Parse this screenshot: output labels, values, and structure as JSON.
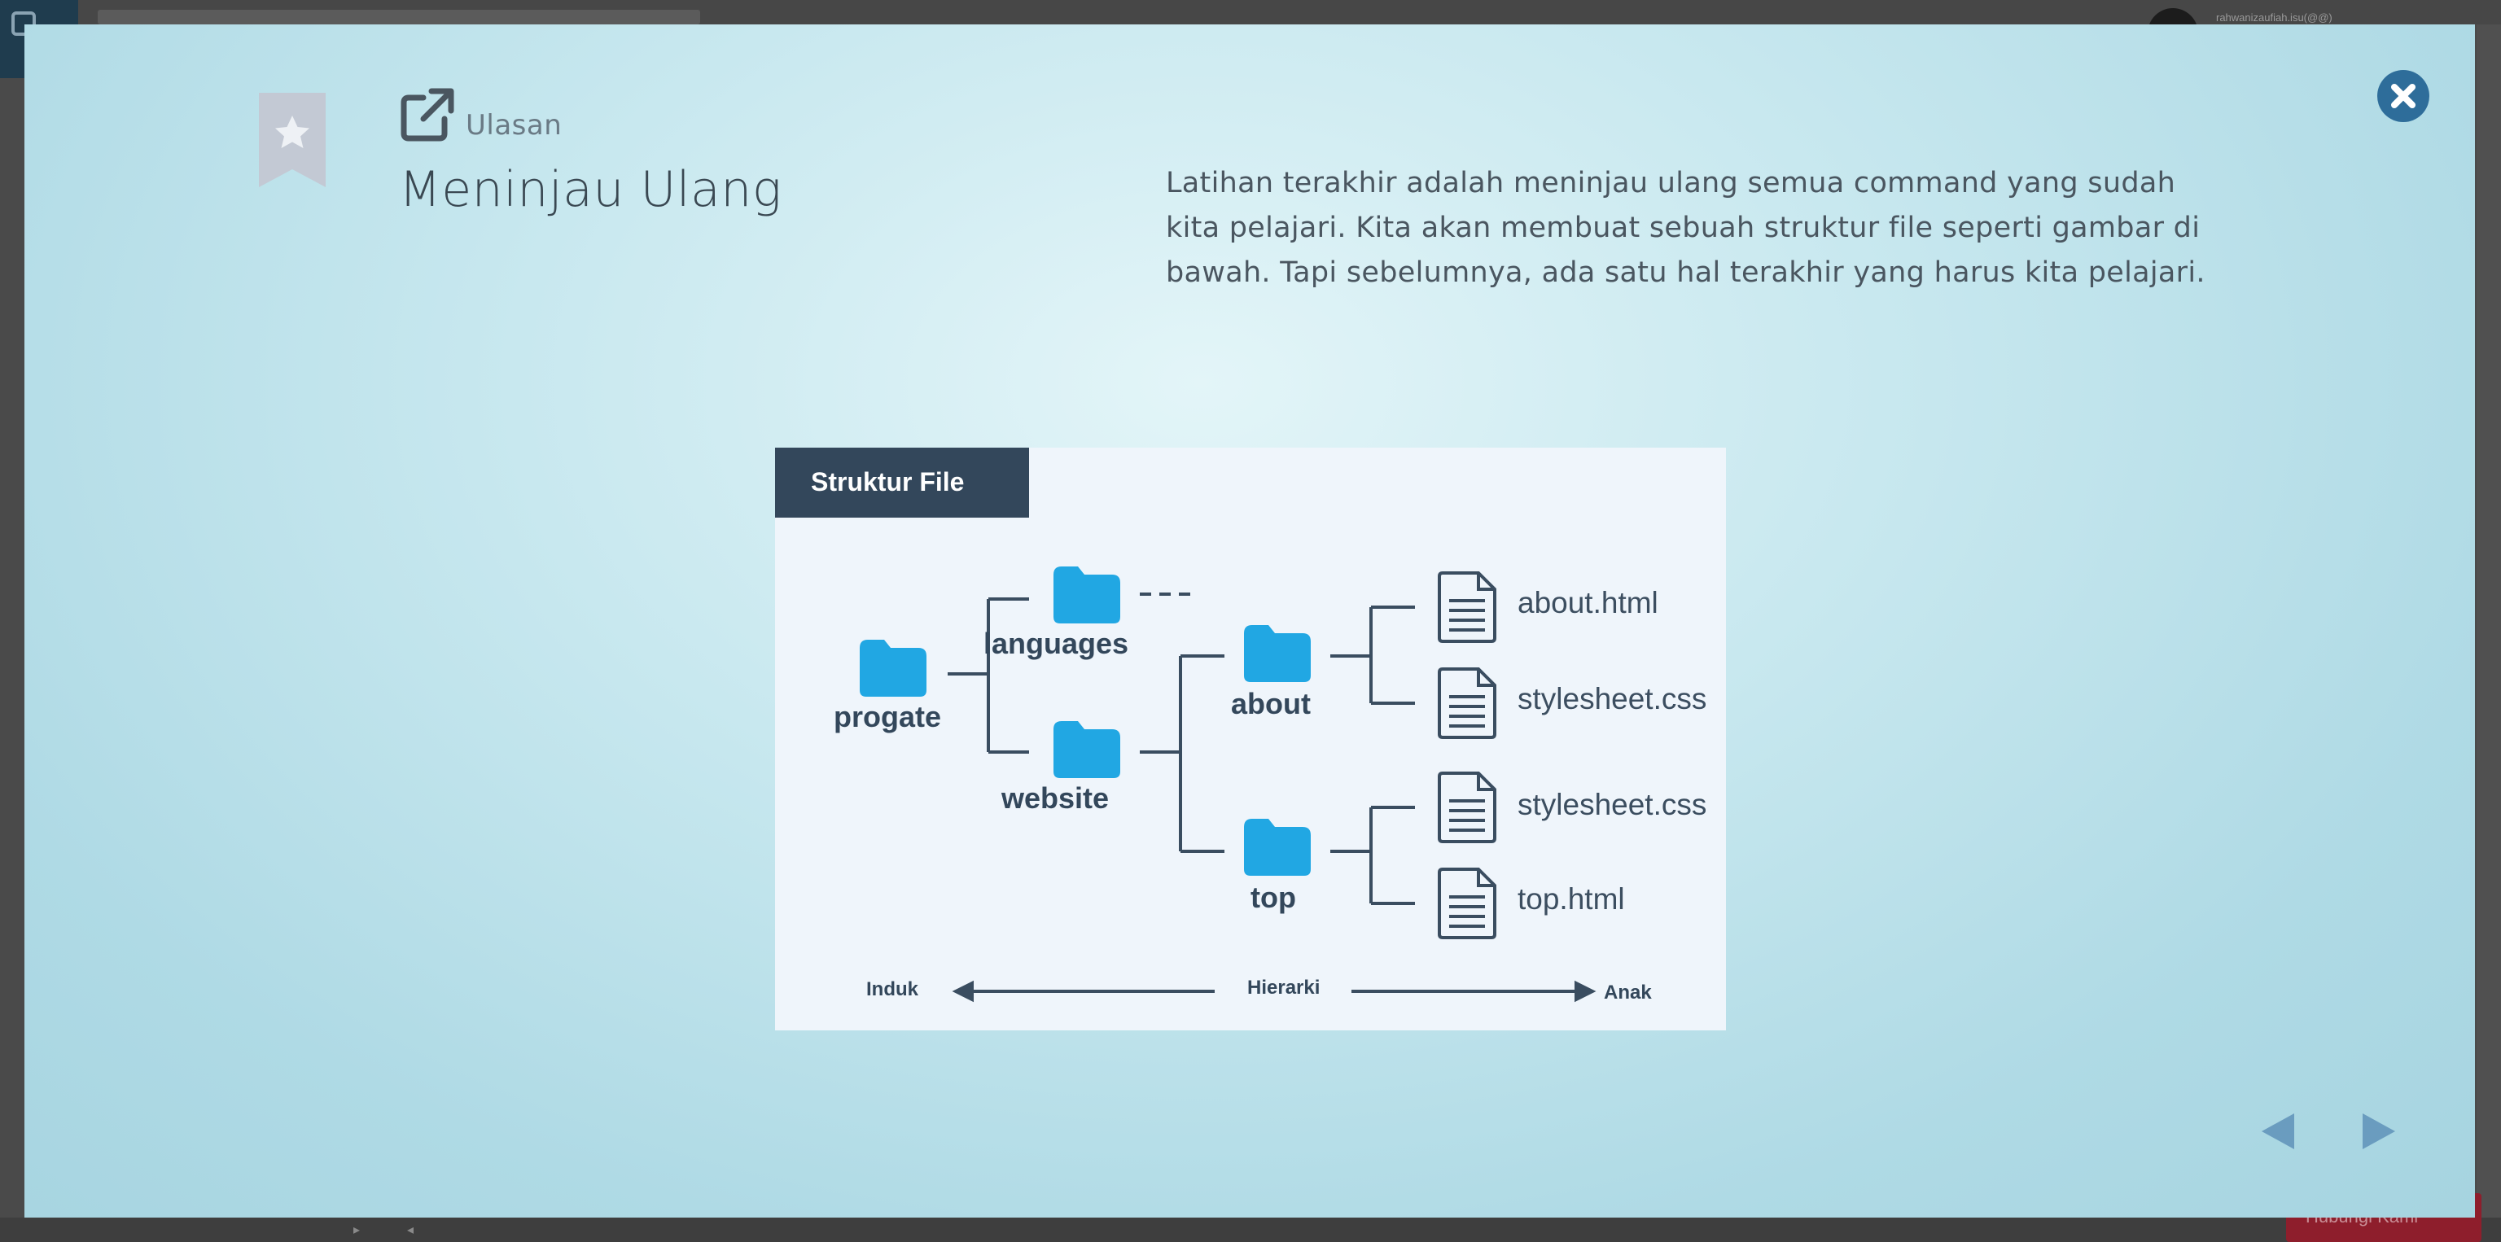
{
  "background": {
    "username": "rahwanizaufiah.isu(@@)",
    "red_button_label": "Hubungi Kami"
  },
  "lesson": {
    "section_label": "Ulasan",
    "title": "Meninjau Ulang",
    "description": "Latihan terakhir adalah meninjau ulang semua command yang sudah kita pelajari. Kita akan membuat sebuah struktur file seperti gambar di bawah. Tapi sebelumnya, ada satu hal terakhir yang harus kita pelajari.",
    "icons": {
      "bookmark": "bookmark-star-icon",
      "section": "external-link-icon",
      "close": "close-icon",
      "prev": "triangle-left-icon",
      "next": "triangle-right-icon"
    }
  },
  "figure": {
    "header": "Struktur File",
    "folders": {
      "root": "progate",
      "languages": "languages",
      "website": "website",
      "about": "about",
      "top": "top"
    },
    "files": {
      "about_html": "about.html",
      "about_css": "stylesheet.css",
      "top_css": "stylesheet.css",
      "top_html": "top.html"
    },
    "axis": {
      "left": "Induk",
      "center": "Hierarki",
      "right": "Anak"
    }
  },
  "colors": {
    "folder": "#21a7e3",
    "line": "#3a4d60",
    "header_bg": "#33475b",
    "close_bg": "#2e6d9a",
    "nav_arrow": "#6a9cbf"
  }
}
